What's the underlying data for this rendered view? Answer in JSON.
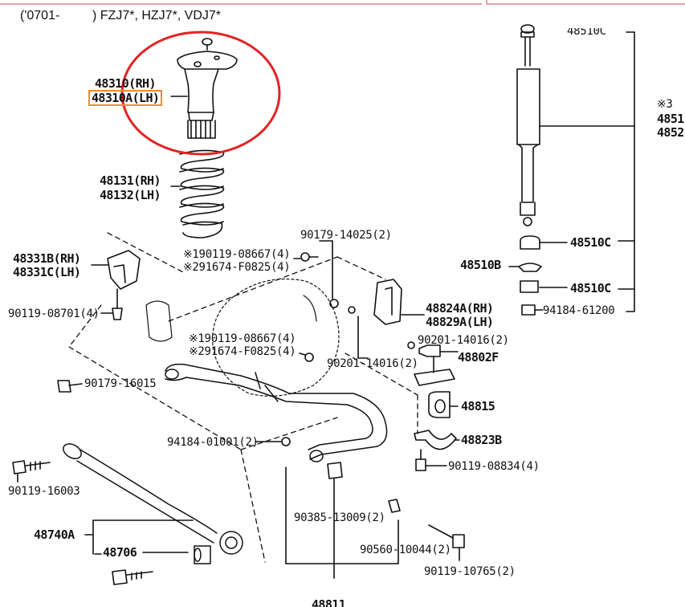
{
  "header": {
    "range": "('0701-",
    "models": ") FZJ7*, HZJ7*, VDJ7*"
  },
  "labels": {
    "p48510c_top": "48510C",
    "p48310rh": "48310(RH)",
    "p48310alh": "48310A(LH)",
    "p48131rh": "48131(RH)",
    "p48132lh": "48132(LH)",
    "note3": "※3",
    "p4851_cut": "4851",
    "p4852_cut": "4852",
    "p90179_14025": "90179-14025(2)",
    "p48510c_1": "48510C",
    "p48510b": "48510B",
    "p48510c_2": "48510C",
    "p94184_61200": "94184-61200",
    "p48331b": "48331B(RH)",
    "p48331c": "48331C(LH)",
    "s1_a": "※190119-08667(4)",
    "s1_b": "※291674-F0825(4)",
    "p48824a": "48824A(RH)",
    "p48829a": "48829A(LH)",
    "p90119_08701": "90119-08701(4)",
    "s2_a": "※190119-08667(4)",
    "s2_b": "※291674-F0825(4)",
    "p90201_a": "90201-14016(2)",
    "p48802f": "48802F",
    "p90201_b": "90201-14016(2)",
    "p90179_16015": "90179-16015",
    "p48815": "48815",
    "p94184_01001": "94184-01001(2)",
    "p48823b": "48823B",
    "p90119_08834": "90119-08834(4)",
    "p90119_16003": "90119-16003",
    "p90385": "90385-13009(2)",
    "p48740a": "48740A",
    "p90560": "90560-10044(2)",
    "p48706": "48706",
    "p90119_10765": "90119-10765(2)",
    "p48811_cut": "48811"
  },
  "colors": {
    "highlight_circle": "#e02424",
    "highlight_box": "#f08a2a",
    "ink": "#111111"
  }
}
